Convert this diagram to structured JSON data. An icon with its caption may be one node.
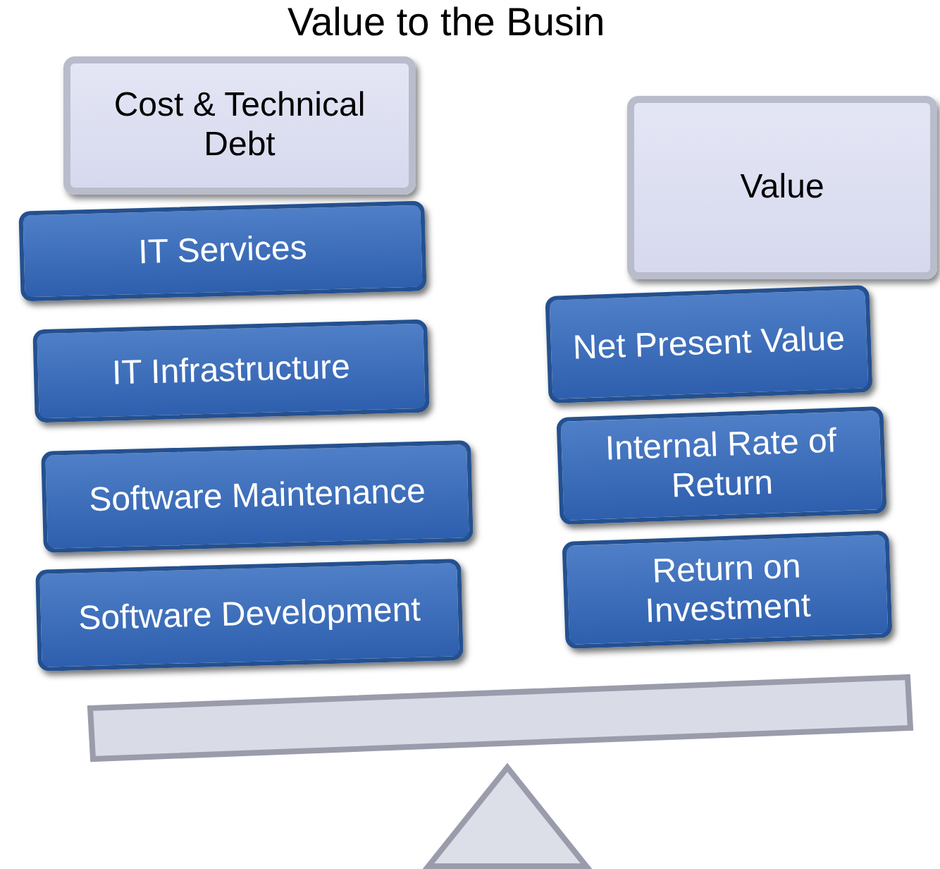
{
  "diagram": {
    "title": "Value to the Busin",
    "nodes": [
      {
        "text": [
          "Cost & Technical Debt"
        ]
      },
      {
        "text": [
          "Value"
        ]
      },
      {
        "text": [
          "IT Services"
        ]
      },
      {
        "text": [
          "IT Infrastructure"
        ]
      },
      {
        "text": [
          "Software Maintenance"
        ]
      },
      {
        "text": [
          "Software Development"
        ]
      },
      {
        "text": [
          "Net Present Value"
        ]
      },
      {
        "text": [
          "Internal Rate of Return"
        ]
      },
      {
        "text": [
          "Return on Investment"
        ]
      },
      {
        "text": [],
        "shape": "bar"
      },
      {
        "text": [],
        "shape": "triangle"
      }
    ]
  }
}
